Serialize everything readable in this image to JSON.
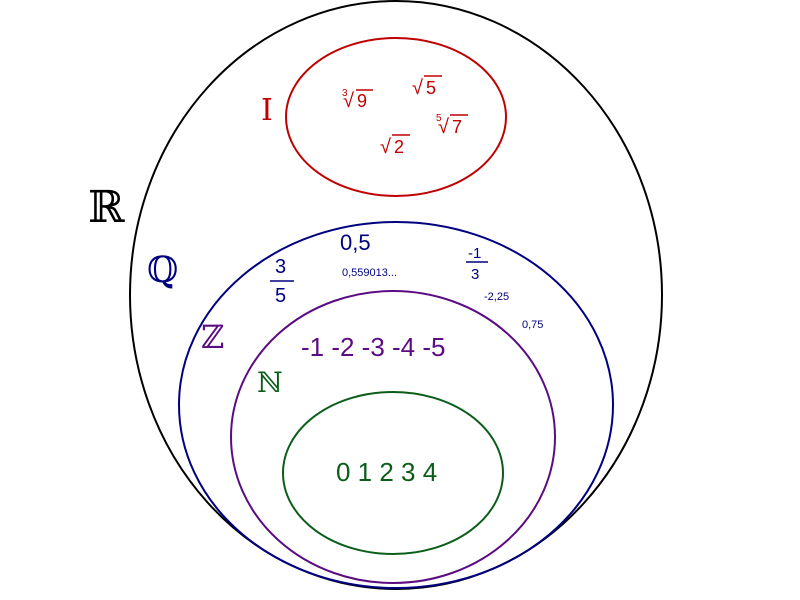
{
  "colors": {
    "real": "#000000",
    "irrational": "#c00000",
    "rational": "#000080",
    "integer": "#5b0c82",
    "natural": "#0b5e1a"
  },
  "sets": {
    "real": {
      "symbol": "ℝ"
    },
    "irrational": {
      "symbol": "I",
      "elements": [
        {
          "index": "3",
          "radicand": "9"
        },
        {
          "index": "",
          "radicand": "5"
        },
        {
          "index": "5",
          "radicand": "7"
        },
        {
          "index": "",
          "radicand": "2"
        }
      ]
    },
    "rational": {
      "symbol": "ℚ",
      "decimal_large": "0,5",
      "decimal_long": "0,559013...",
      "decimal_neg": "-2,25",
      "decimal_small": "0,75",
      "fraction_a": {
        "num": "3",
        "den": "5"
      },
      "fraction_b": {
        "num": "-1",
        "den": "3"
      }
    },
    "integer": {
      "symbol": "ℤ",
      "elements": "-1 -2 -3 -4 -5"
    },
    "natural": {
      "symbol": "ℕ",
      "elements": "0 1 2 3 4"
    }
  }
}
